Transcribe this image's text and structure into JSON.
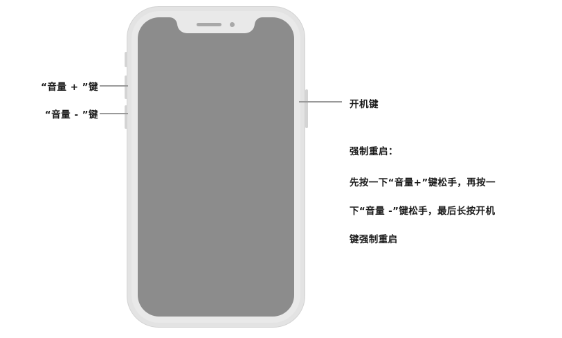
{
  "diagram": {
    "title": "iPhone force restart illustration",
    "device": {
      "name": "smartphone",
      "screen_color": "#8c8c8c",
      "frame_color": "#e3e3e3",
      "inner_frame_color": "#e9e9e9",
      "notch": {
        "speaker_name": "earpiece-speaker",
        "camera_name": "front-camera"
      },
      "buttons": [
        {
          "name": "mute-switch",
          "side": "left"
        },
        {
          "name": "volume-up-button",
          "side": "left"
        },
        {
          "name": "volume-down-button",
          "side": "left"
        },
        {
          "name": "power-button",
          "side": "right"
        }
      ]
    },
    "callouts": {
      "volume_up": "“音量 + ”键",
      "volume_down": "“音量 - ”键",
      "power": "开机键"
    },
    "instructions": {
      "heading": "强制重启：",
      "lines": [
        "先按一下“音量+”键松手，再按一",
        "下“音量 -”键松手，最后长按开机",
        "键强制重启"
      ]
    },
    "colors": {
      "leader_line": "#9a9a9a",
      "text": "#1a1a1a",
      "background": "#ffffff"
    }
  }
}
